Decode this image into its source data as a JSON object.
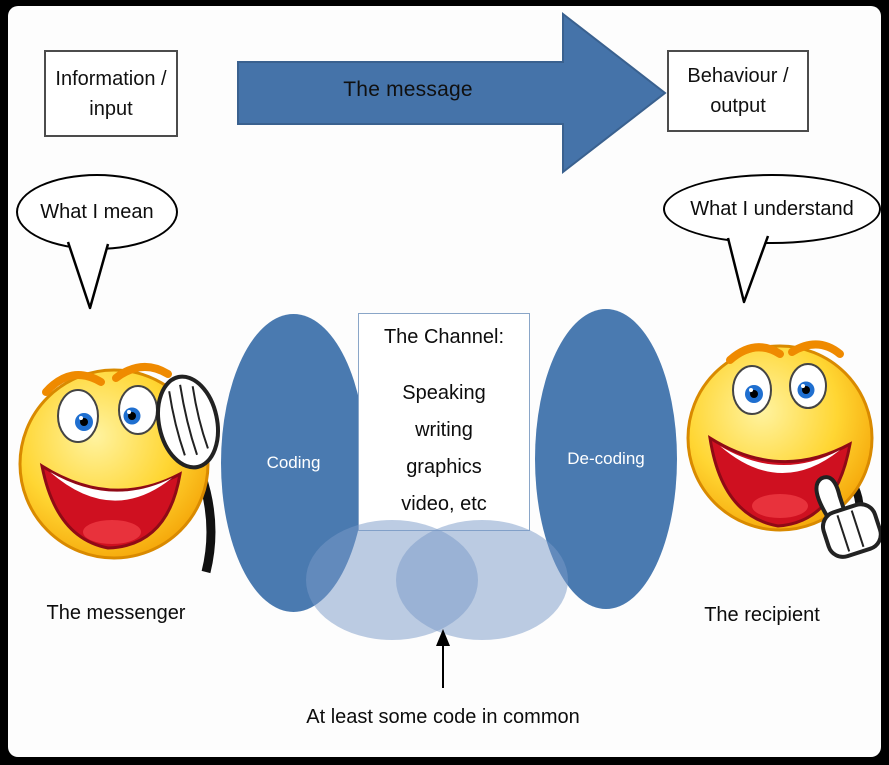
{
  "boxes": {
    "input_label": "Information /\ninput",
    "output_label": "Behaviour /\noutput"
  },
  "message_arrow": {
    "label": "The message"
  },
  "bubbles": {
    "messenger": "What I mean",
    "recipient": "What I understand"
  },
  "process": {
    "coding": "Coding",
    "decoding": "De-coding"
  },
  "channel": {
    "title": "The Channel:",
    "content": "Speaking\nwriting\ngraphics\nvideo, etc"
  },
  "captions": {
    "messenger": "The messenger",
    "recipient": "The recipient",
    "common_code": "At least some code in common"
  },
  "colors": {
    "arrow_blue": "#4573a9",
    "ellipse_blue": "#4a7ab0",
    "overlap_blue": "#7a99c7"
  }
}
